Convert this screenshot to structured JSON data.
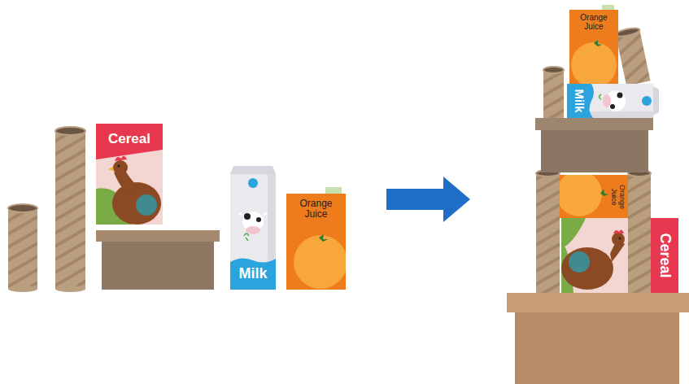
{
  "diagram": {
    "nodes": [
      {
        "text": [
          "Cereal"
        ]
      },
      {
        "text": [
          "Milk"
        ]
      },
      {
        "text": [
          "Orange Juice"
        ]
      },
      {
        "text": [
          "Orange Juice"
        ]
      },
      {
        "text": [
          "Milk"
        ]
      },
      {
        "text": [
          "Orange Juice"
        ]
      },
      {
        "text": [
          "Cereal"
        ]
      }
    ]
  }
}
